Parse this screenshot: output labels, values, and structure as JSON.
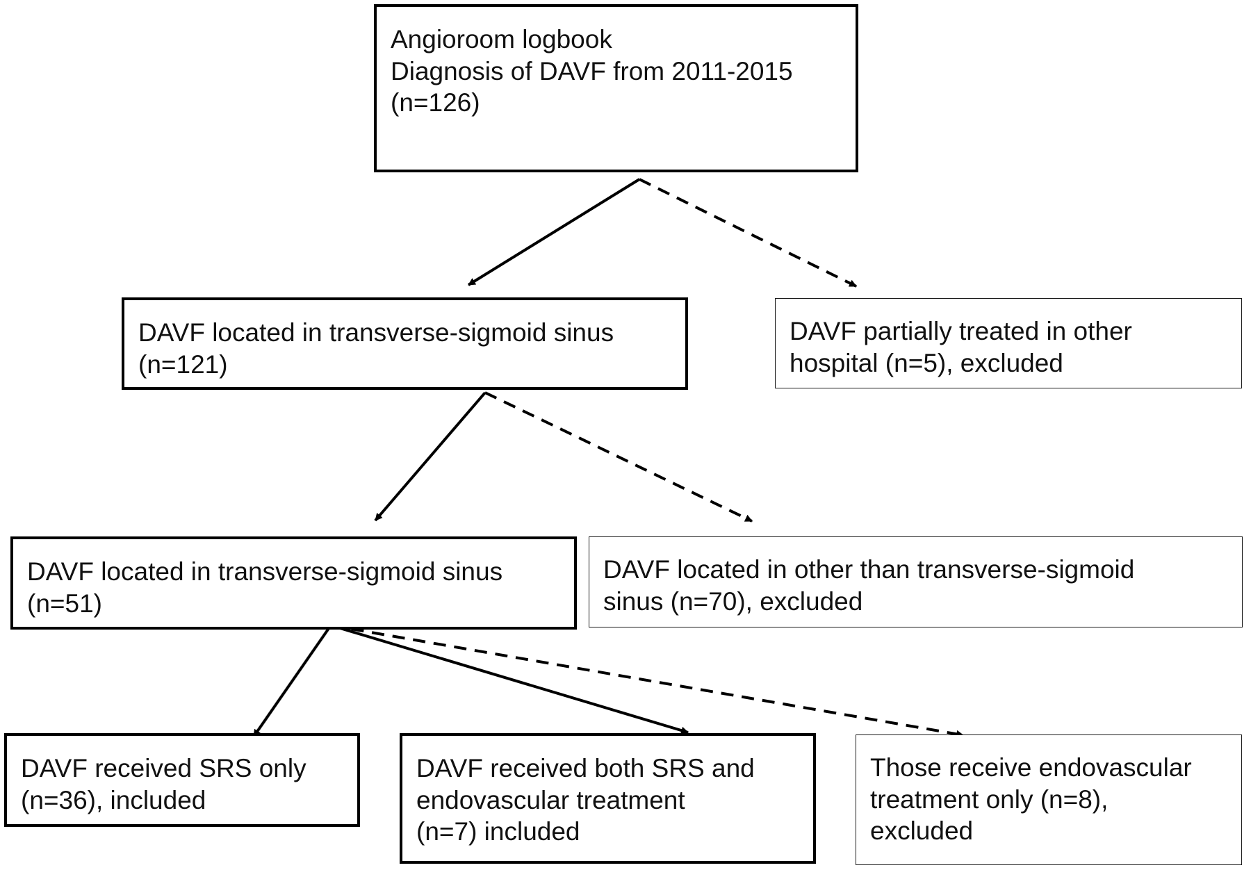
{
  "nodes": {
    "logbook": {
      "lines": [
        "Angioroom logbook",
        "Diagnosis of DAVF from 2011-2015",
        "(n=126)"
      ]
    },
    "transverse_121": {
      "lines": [
        "DAVF located in transverse-sigmoid sinus",
        "(n=121)"
      ]
    },
    "partial_treated": {
      "lines": [
        "DAVF partially treated in other",
        "hospital (n=5), excluded"
      ]
    },
    "transverse_51": {
      "lines": [
        "DAVF located in transverse-sigmoid sinus",
        "(n=51)"
      ]
    },
    "other_location": {
      "lines": [
        "DAVF located in other than transverse-sigmoid",
        "sinus (n=70), excluded"
      ]
    },
    "srs_only": {
      "lines": [
        "DAVF received SRS only",
        "(n=36), included"
      ]
    },
    "srs_endo": {
      "lines": [
        "DAVF received both SRS and",
        "endovascular treatment",
        "(n=7) included"
      ]
    },
    "endo_only": {
      "lines": [
        "Those receive endovascular",
        "treatment only (n=8),",
        "excluded"
      ]
    }
  },
  "edges": [
    {
      "from": "logbook",
      "to": "transverse_121",
      "style": "solid"
    },
    {
      "from": "logbook",
      "to": "partial_treated",
      "style": "dashed"
    },
    {
      "from": "transverse_121",
      "to": "transverse_51",
      "style": "solid"
    },
    {
      "from": "transverse_121",
      "to": "other_location",
      "style": "dashed"
    },
    {
      "from": "transverse_51",
      "to": "srs_only",
      "style": "solid"
    },
    {
      "from": "transverse_51",
      "to": "srs_endo",
      "style": "solid"
    },
    {
      "from": "transverse_51",
      "to": "endo_only",
      "style": "dashed"
    }
  ]
}
